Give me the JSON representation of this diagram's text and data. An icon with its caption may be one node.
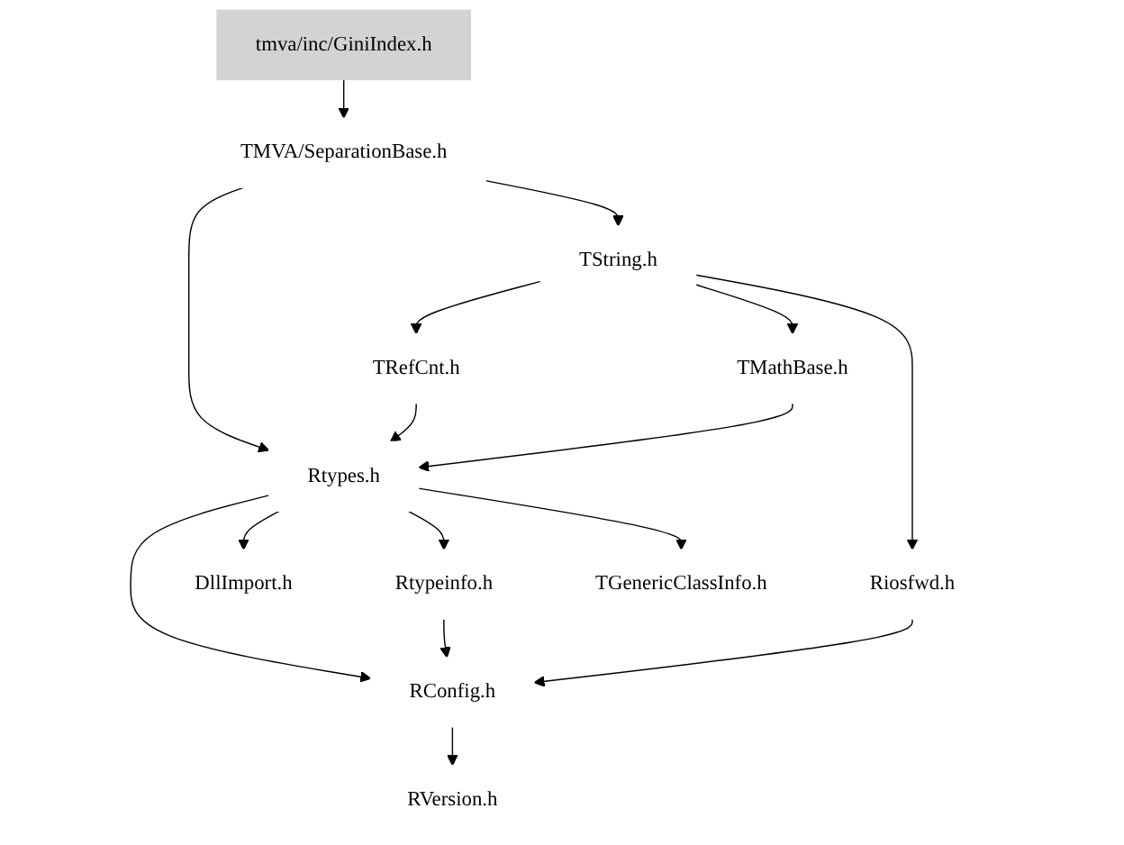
{
  "diagram": {
    "nodes": [
      {
        "text": [
          "tmva/inc/GiniIndex.h"
        ]
      },
      {
        "text": [
          "TMVA/SeparationBase.h"
        ]
      },
      {
        "text": [
          "TString.h"
        ]
      },
      {
        "text": [
          "TRefCnt.h"
        ]
      },
      {
        "text": [
          "TMathBase.h"
        ]
      },
      {
        "text": [
          "Rtypes.h"
        ]
      },
      {
        "text": [
          "Riosfwd.h"
        ]
      },
      {
        "text": [
          "DllImport.h"
        ]
      },
      {
        "text": [
          "Rtypeinfo.h"
        ]
      },
      {
        "text": [
          "TGenericClassInfo.h"
        ]
      },
      {
        "text": [
          "RConfig.h"
        ]
      },
      {
        "text": [
          "RVersion.h"
        ]
      }
    ],
    "edges": [
      {
        "from": 0,
        "to": 1,
        "arrow": "to"
      },
      {
        "from": 1,
        "to": 5,
        "arrow": "to"
      },
      {
        "from": 1,
        "to": 2,
        "arrow": "to"
      },
      {
        "from": 2,
        "to": 3,
        "arrow": "to"
      },
      {
        "from": 2,
        "to": 4,
        "arrow": "to"
      },
      {
        "from": 2,
        "to": 6,
        "arrow": "to"
      },
      {
        "from": 3,
        "to": 5,
        "arrow": "to"
      },
      {
        "from": 4,
        "to": 5,
        "arrow": "to"
      },
      {
        "from": 5,
        "to": 7,
        "arrow": "to"
      },
      {
        "from": 5,
        "to": 8,
        "arrow": "to"
      },
      {
        "from": 5,
        "to": 9,
        "arrow": "to"
      },
      {
        "from": 5,
        "to": 10,
        "arrow": "to"
      },
      {
        "from": 8,
        "to": 10,
        "arrow": "to"
      },
      {
        "from": 6,
        "to": 10,
        "arrow": "to"
      },
      {
        "from": 10,
        "to": 11,
        "arrow": "to"
      }
    ]
  }
}
